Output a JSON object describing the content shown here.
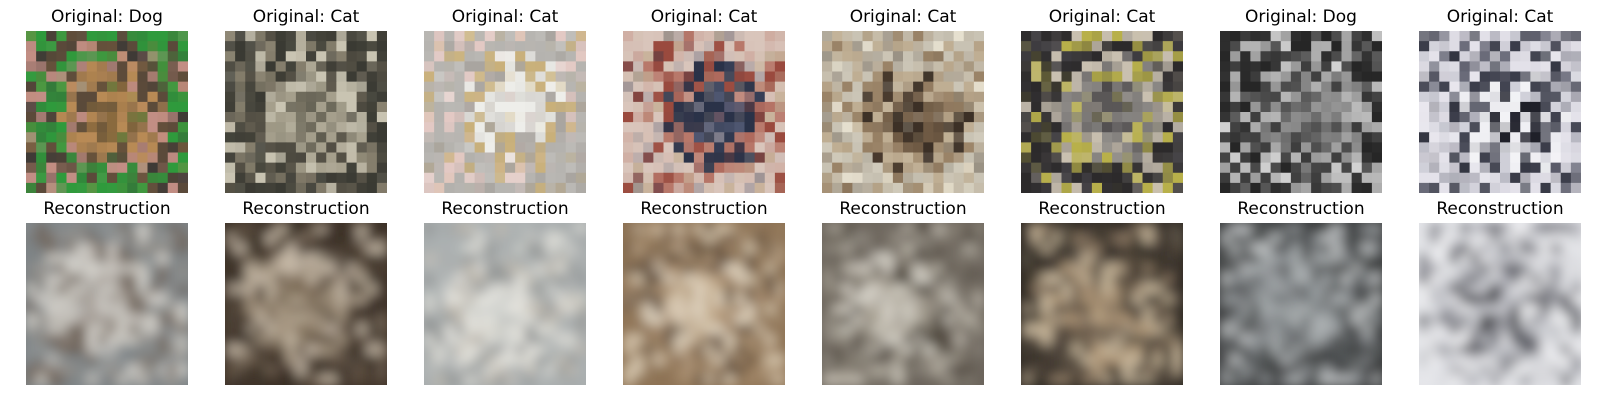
{
  "figure": {
    "rows": [
      {
        "row_id": "original",
        "cells": [
          {
            "title": "Original: Dog",
            "subject": "brown dog on green background",
            "palette": [
              "#2f9a3c",
              "#8a6a3e",
              "#b88a55",
              "#5b4a3a",
              "#c28e84",
              "#3f3a36"
            ]
          },
          {
            "title": "Original: Cat",
            "subject": "tabby cat",
            "palette": [
              "#3a3a33",
              "#6f6b5c",
              "#a59f8c",
              "#c9c4b2",
              "#545045",
              "#857e6c"
            ]
          },
          {
            "title": "Original: Cat",
            "subject": "white cat",
            "palette": [
              "#b6b4b0",
              "#d9d7d3",
              "#eeeeea",
              "#a9a5a0",
              "#c9b07a",
              "#e3c9c4"
            ]
          },
          {
            "title": "Original: Cat",
            "subject": "cat on patterned rug",
            "palette": [
              "#d9c5bb",
              "#4e5670",
              "#2a3248",
              "#b8786a",
              "#9a4a3e",
              "#c9b39c"
            ]
          },
          {
            "title": "Original: Cat",
            "subject": "tabby cat lying down",
            "palette": [
              "#c9c3b4",
              "#6f5a44",
              "#3c3026",
              "#9a8367",
              "#bfae93",
              "#e6e0cf"
            ]
          },
          {
            "title": "Original: Cat",
            "subject": "dark cat in cluttered scene",
            "palette": [
              "#2c2a2b",
              "#5a5757",
              "#8a8784",
              "#c9c0b0",
              "#b8b04a",
              "#3e3c40"
            ]
          },
          {
            "title": "Original: Dog",
            "subject": "white fluffy dog on dark background",
            "palette": [
              "#262626",
              "#5a5a5a",
              "#8c8c8c",
              "#b4b4b4",
              "#3e3e3e",
              "#d2d2d2"
            ]
          },
          {
            "title": "Original: Cat",
            "subject": "black and white cat",
            "palette": [
              "#e4e2ea",
              "#1f2029",
              "#f3f3f6",
              "#3b3d4a",
              "#cfcfd8",
              "#6a6b79"
            ]
          }
        ]
      },
      {
        "row_id": "reconstruction",
        "cells": [
          {
            "title": "Reconstruction",
            "subject": "blurry reconstruction",
            "palette": [
              "#7f8588",
              "#a69e96",
              "#c8c5bf",
              "#6c6056",
              "#dcdad4",
              "#8e8a84"
            ]
          },
          {
            "title": "Reconstruction",
            "subject": "blurry reconstruction",
            "palette": [
              "#3e3228",
              "#7b6a55",
              "#a99a85",
              "#5a4b3c",
              "#c9bcaa",
              "#2d251d"
            ]
          },
          {
            "title": "Reconstruction",
            "subject": "blurry reconstruction",
            "palette": [
              "#a9aeaf",
              "#cfd1cd",
              "#e6e5df",
              "#8f9292",
              "#bfb9ae",
              "#dcdcd6"
            ]
          },
          {
            "title": "Reconstruction",
            "subject": "blurry reconstruction",
            "palette": [
              "#8d7254",
              "#c7b194",
              "#e2d6c2",
              "#5f4b39",
              "#a68b6d",
              "#d6c6ad"
            ]
          },
          {
            "title": "Reconstruction",
            "subject": "blurry reconstruction",
            "palette": [
              "#6d665d",
              "#b1aa9d",
              "#d7d3c9",
              "#4a4239",
              "#8e877b",
              "#c6c0b4"
            ]
          },
          {
            "title": "Reconstruction",
            "subject": "blurry reconstruction",
            "palette": [
              "#2f2a24",
              "#6e5e4d",
              "#b59c7c",
              "#4a4137",
              "#cdbca0",
              "#8a7762"
            ]
          },
          {
            "title": "Reconstruction",
            "subject": "blurry reconstruction",
            "palette": [
              "#3d3f40",
              "#707477",
              "#a8adaf",
              "#555859",
              "#8c9093",
              "#c6c9ca"
            ]
          },
          {
            "title": "Reconstruction",
            "subject": "blurry reconstruction",
            "palette": [
              "#e3e4e8",
              "#2a2b31",
              "#c1c2c8",
              "#55565e",
              "#f2f2f4",
              "#8a8b93"
            ]
          }
        ]
      }
    ]
  }
}
